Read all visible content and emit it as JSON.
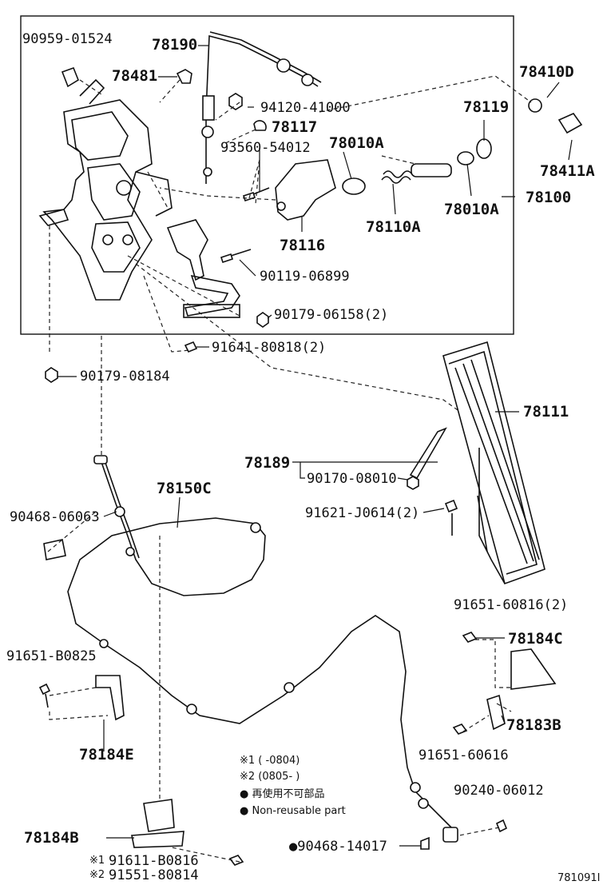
{
  "diagram": {
    "title_code": "781091I",
    "labels": {
      "p90959_01524": "90959-01524",
      "p78190": "78190",
      "p78481": "78481",
      "p94120_41000": "94120-41000",
      "p78117": "78117",
      "p93560_54012": "93560-54012",
      "p78010a_top": "78010A",
      "p78110a": "78110A",
      "p78010a_bottom": "78010A",
      "p78410d": "78410D",
      "p78119": "78119",
      "p78411a": "78411A",
      "p78100": "78100",
      "p78116": "78116",
      "p90119_06899": "90119-06899",
      "p90179_06158": "90179-06158(2)",
      "p91641_80818": "91641-80818(2)",
      "p90179_08184": "90179-08184",
      "p78111": "78111",
      "p78189": "78189",
      "p90170_08010": "90170-08010",
      "p78150c": "78150C",
      "p90468_06063": "90468-06063",
      "p91621_j0614": "91621-J0614(2)",
      "p91651_60816": "91651-60816(2)",
      "p78184c": "78184C",
      "p91651_b0825": "91651-B0825",
      "p78183b": "78183B",
      "p78184e": "78184E",
      "p91651_60616": "91651-60616",
      "p90240_06012": "90240-06012",
      "p78184b": "78184B",
      "p90468_14017": "●90468-14017",
      "p91611_b0816": "91611-B0816",
      "p91551_80814": "91551-80814",
      "mark1": "※1",
      "mark2": "※2"
    },
    "legend": {
      "note1": "※1 (    -0804)",
      "note2": "※2 (0805-    )",
      "note3": "● 再使用不可部品",
      "note4": "● Non-reusable part"
    },
    "icons": {
      "bolt": "bolt-icon",
      "nut": "nut-icon",
      "clip": "clip-icon",
      "pedal": "pedal-icon",
      "cable": "cable-icon",
      "bracket": "bracket-icon"
    }
  }
}
